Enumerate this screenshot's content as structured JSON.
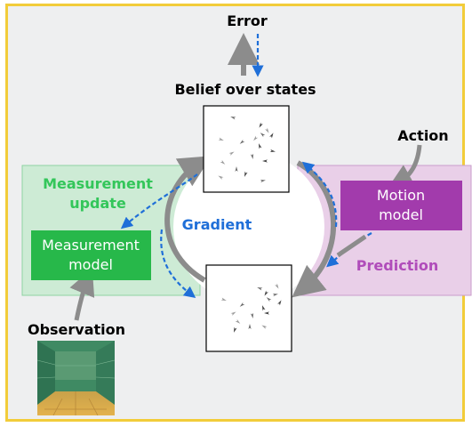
{
  "labels": {
    "error": "Error",
    "belief": "Belief over states",
    "action": "Action",
    "measurement_update_line1": "Measurement",
    "measurement_update_line2": "update",
    "gradient": "Gradient",
    "prediction": "Prediction",
    "observation": "Observation"
  },
  "boxes": {
    "measurement_model_line1": "Measurement",
    "measurement_model_line2": "model",
    "motion_model_line1": "Motion",
    "motion_model_line2": "model"
  },
  "colors": {
    "frame_border": "#f2cc3a",
    "background": "#eeeff0",
    "measurement_panel": "#cdebd5",
    "measurement_box": "#27b84a",
    "measurement_text": "#33c65a",
    "prediction_panel": "#e9cfe8",
    "motion_box": "#a23bac",
    "prediction_text": "#b04cba",
    "gradient_blue": "#1f6fd8",
    "arrow_gray": "#8c8c8c"
  }
}
